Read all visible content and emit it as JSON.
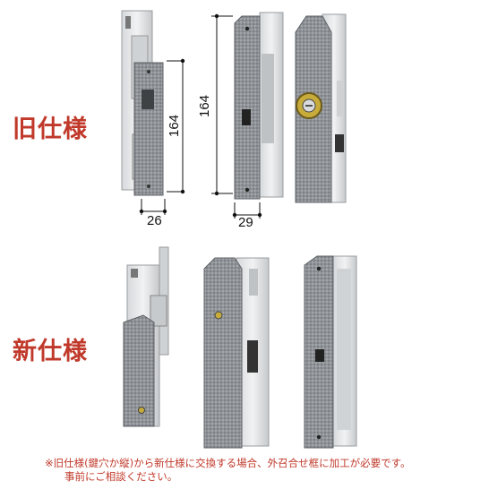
{
  "labels": {
    "old_spec": "旧仕様",
    "new_spec": "新仕様"
  },
  "dimensions": {
    "old_handle_height": "164",
    "old_handle_width": "26",
    "old_cover_height": "164",
    "old_cover_width": "29"
  },
  "note": {
    "line1": "※旧仕様(鍵穴か縦)から新仕様に交換する場合、外召合せ框に加工が必要です。",
    "line2": "事前にご相談ください。"
  },
  "colors": {
    "label": "#c0392b",
    "handle": "#8e9296",
    "metal": "#e4e6e8"
  }
}
